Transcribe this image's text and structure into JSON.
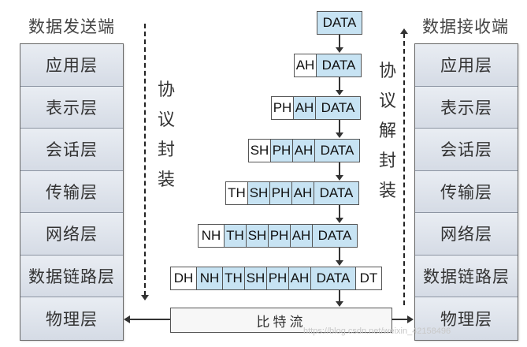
{
  "left_title": "数据发送端",
  "right_title": "数据接收端",
  "left_layers": [
    "应用层",
    "表示层",
    "会话层",
    "传输层",
    "网络层",
    "数据链路层",
    "物理层"
  ],
  "right_layers": [
    "应用层",
    "表示层",
    "会话层",
    "传输层",
    "网络层",
    "数据链路层",
    "物理层"
  ],
  "encapsulation_label": [
    "协",
    "议",
    "封",
    "装"
  ],
  "decapsulation_label": [
    "协",
    "议",
    "解",
    "封",
    "装"
  ],
  "bitstream_label": "比特流",
  "rows": [
    {
      "cells": [
        "DATA"
      ]
    },
    {
      "cells": [
        "AH",
        "DATA"
      ]
    },
    {
      "cells": [
        "PH",
        "AH",
        "DATA"
      ]
    },
    {
      "cells": [
        "SH",
        "PH",
        "AH",
        "DATA"
      ]
    },
    {
      "cells": [
        "TH",
        "SH",
        "PH",
        "AH",
        "DATA"
      ]
    },
    {
      "cells": [
        "NH",
        "TH",
        "SH",
        "PH",
        "AH",
        "DATA"
      ]
    },
    {
      "cells": [
        "DH",
        "NH",
        "TH",
        "SH",
        "PH",
        "AH",
        "DATA",
        "DT"
      ]
    }
  ],
  "watermark": "https://blog.csdn.net/weixin_42158496"
}
